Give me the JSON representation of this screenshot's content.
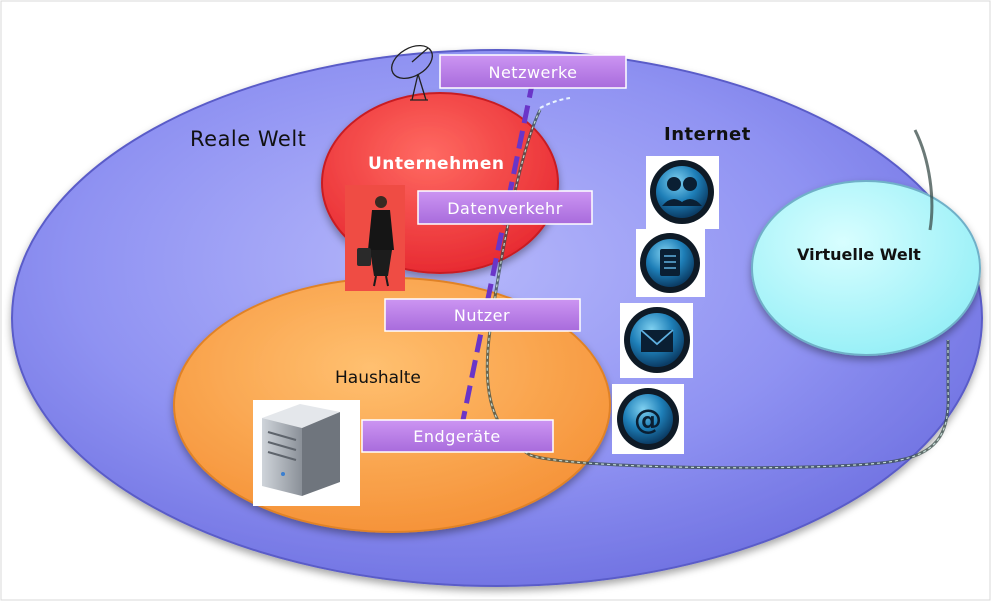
{
  "diagram": {
    "regions": {
      "real_world": "Reale Welt",
      "internet": "Internet",
      "virtual_world": "Virtuelle Welt",
      "companies": "Unternehmen",
      "households": "Haushalte"
    },
    "layers": {
      "networks": "Netzwerke",
      "data_traffic": "Datenverkehr",
      "users": "Nutzer",
      "devices": "Endgeräte"
    },
    "icons": [
      "satellite-dish-icon",
      "businesswoman-icon",
      "server-tower-icon",
      "users-icon",
      "document-icon",
      "mail-icon",
      "at-sign-icon"
    ],
    "colors": {
      "real_world": "#8f92f2",
      "companies": "#ee3a3e",
      "households": "#f7a043",
      "virtual_world": "#a8f6fb",
      "label_box": "#bd80e8",
      "dashed_line": "#6a35c8"
    }
  }
}
